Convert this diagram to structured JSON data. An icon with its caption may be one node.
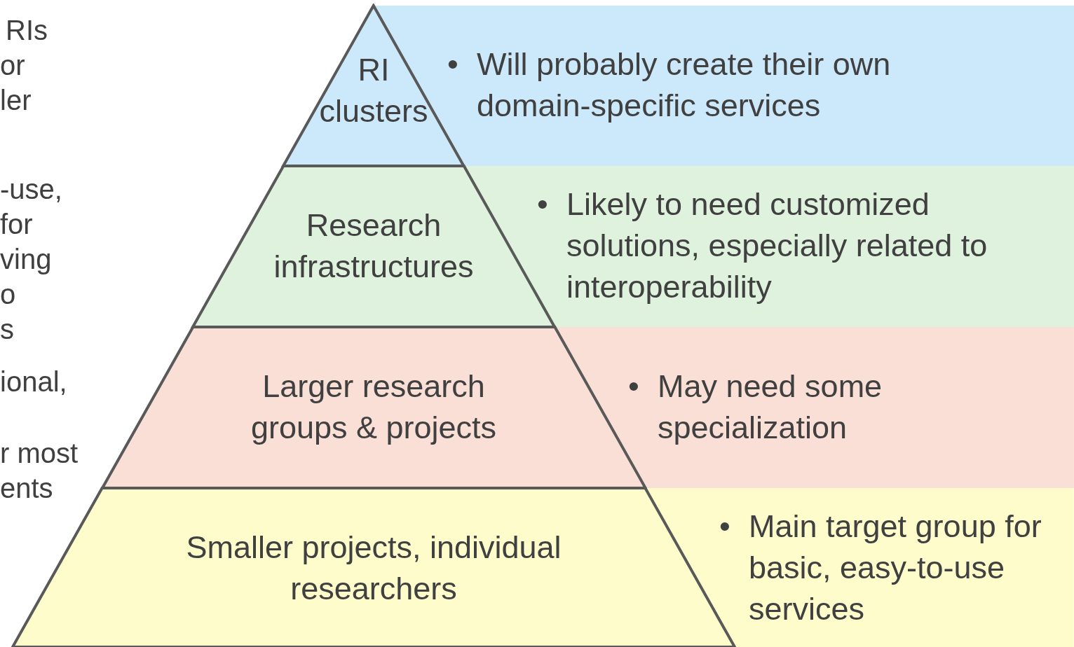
{
  "diagram": {
    "nodes": [
      {
        "text": [
          "RI clusters"
        ]
      },
      {
        "text": [
          "Research infrastructures"
        ]
      },
      {
        "text": [
          "Larger research groups & projects"
        ]
      },
      {
        "text": [
          "Smaller projects, individual researchers"
        ]
      },
      {
        "text": [
          "•",
          "Will probably create their own domain-specific services"
        ]
      },
      {
        "text": [
          "•",
          "Likely to need customized solutions, especially related to interoperability"
        ]
      },
      {
        "text": [
          "•",
          "May need some specialization"
        ]
      },
      {
        "text": [
          "•",
          "Main target group for basic, easy-to-use services"
        ]
      }
    ],
    "labels": [
      "RIs",
      "or",
      "ler",
      "-use,",
      "for",
      "ving",
      "o",
      "s",
      "ional,",
      "r most",
      "ents"
    ]
  }
}
